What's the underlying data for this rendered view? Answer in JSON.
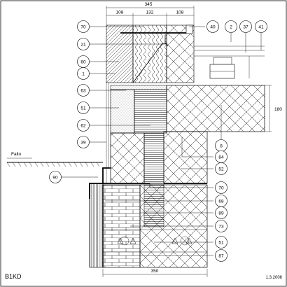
{
  "drawing": {
    "code": "B1KD",
    "date": "1.3.2006",
    "top_dimensions": {
      "total": "345",
      "left": "108",
      "middle": "132",
      "right": "108"
    },
    "bottom_dimension": "350",
    "slab_dimension": "180",
    "ground_label": "Fallo"
  },
  "callouts": [
    {
      "id": "c70a",
      "text": "70"
    },
    {
      "id": "c21",
      "text": "21"
    },
    {
      "id": "c60",
      "text": "60"
    },
    {
      "id": "c1",
      "text": "1"
    },
    {
      "id": "c63",
      "text": "63"
    },
    {
      "id": "c51a",
      "text": "51"
    },
    {
      "id": "c62",
      "text": "62"
    },
    {
      "id": "c39",
      "text": "39"
    },
    {
      "id": "c90",
      "text": "90"
    },
    {
      "id": "c40",
      "text": "40"
    },
    {
      "id": "c2",
      "text": "2"
    },
    {
      "id": "c37",
      "text": "37"
    },
    {
      "id": "c41",
      "text": "41"
    },
    {
      "id": "c8",
      "text": "8"
    },
    {
      "id": "c84",
      "text": "84"
    },
    {
      "id": "c52",
      "text": "52"
    },
    {
      "id": "c70b",
      "text": "70"
    },
    {
      "id": "c68",
      "text": "68"
    },
    {
      "id": "c89",
      "text": "89"
    },
    {
      "id": "c73",
      "text": "73"
    },
    {
      "id": "c51b",
      "text": "51"
    },
    {
      "id": "c87",
      "text": "87"
    }
  ]
}
